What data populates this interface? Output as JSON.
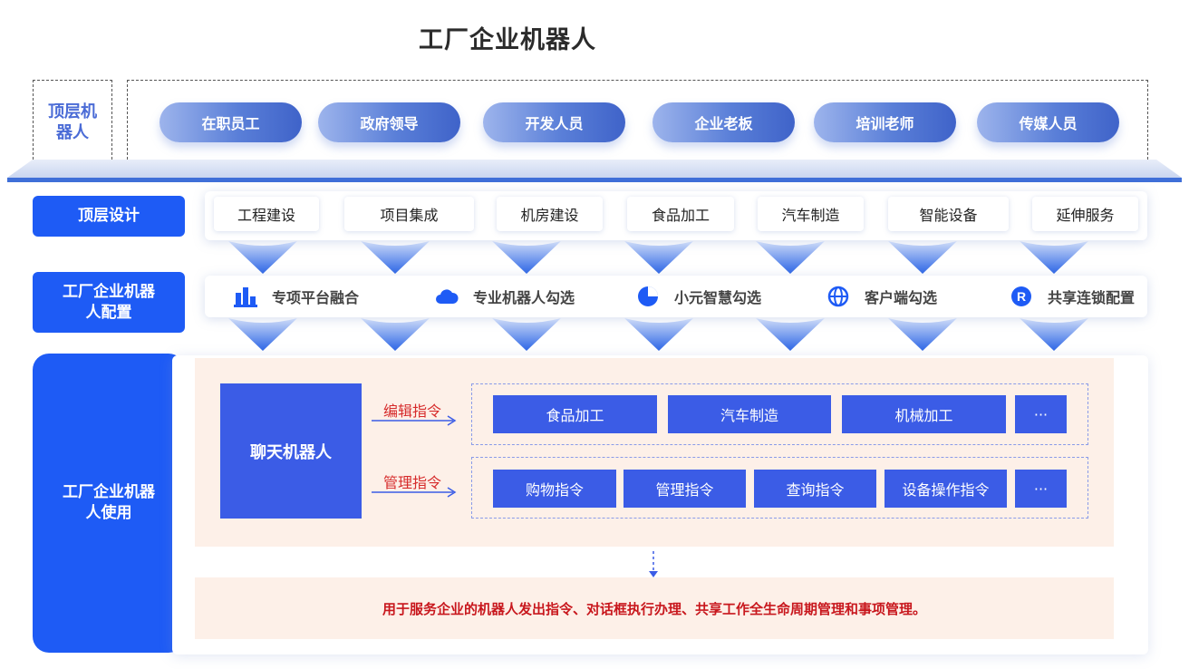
{
  "title": "工厂企业机器人",
  "top_layer": {
    "label": "顶层机器人",
    "roles": [
      "在职员工",
      "政府领导",
      "开发人员",
      "企业老板",
      "培训老师",
      "传媒人员"
    ]
  },
  "design": {
    "label": "顶层设计",
    "items": [
      "工程建设",
      "项目集成",
      "机房建设",
      "食品加工",
      "汽车制造",
      "智能设备",
      "延伸服务"
    ]
  },
  "config": {
    "label": "工厂企业机器人配置",
    "items": [
      {
        "icon": "building-chart-icon",
        "label": "专项平台融合"
      },
      {
        "icon": "cloud-icon",
        "label": "专业机器人勾选"
      },
      {
        "icon": "pie-chart-icon",
        "label": "小元智慧勾选"
      },
      {
        "icon": "globe-icon",
        "label": "客户端勾选"
      },
      {
        "icon": "r-circle-icon",
        "label": "共享连锁配置"
      }
    ]
  },
  "usage": {
    "label": "工厂企业机器人使用",
    "chatbot": "聊天机器人",
    "edit_label": "编辑指令",
    "manage_label": "管理指令",
    "edit_items": [
      "食品加工",
      "汽车制造",
      "机械加工",
      "···"
    ],
    "manage_items": [
      "购物指令",
      "管理指令",
      "查询指令",
      "设备操作指令",
      "···"
    ],
    "description": "用于服务企业的机器人发出指令、对话框执行办理、共享工作全生命周期管理和事项管理。"
  },
  "colors": {
    "primary_blue": "#1e5bf5",
    "cell_blue": "#3b5ce6",
    "panel_peach": "#fdf0e8",
    "command_red": "#d62b2b"
  }
}
